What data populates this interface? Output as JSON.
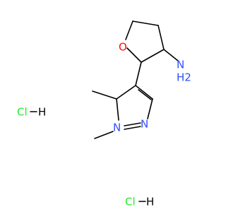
{
  "molecule": {
    "atoms": {
      "oxygen": "O",
      "amine_n": "N",
      "amine_h2": "H2",
      "pyrazole_n1": "N",
      "pyrazole_n2": "N"
    },
    "salts": [
      {
        "cl": "Cl",
        "h": "H"
      },
      {
        "cl": "Cl",
        "h": "H"
      }
    ]
  },
  "colors": {
    "oxygen": "#ff0d0d",
    "nitrogen": "#3050f8",
    "chlorine": "#1ff01f",
    "bond": "#000000"
  }
}
